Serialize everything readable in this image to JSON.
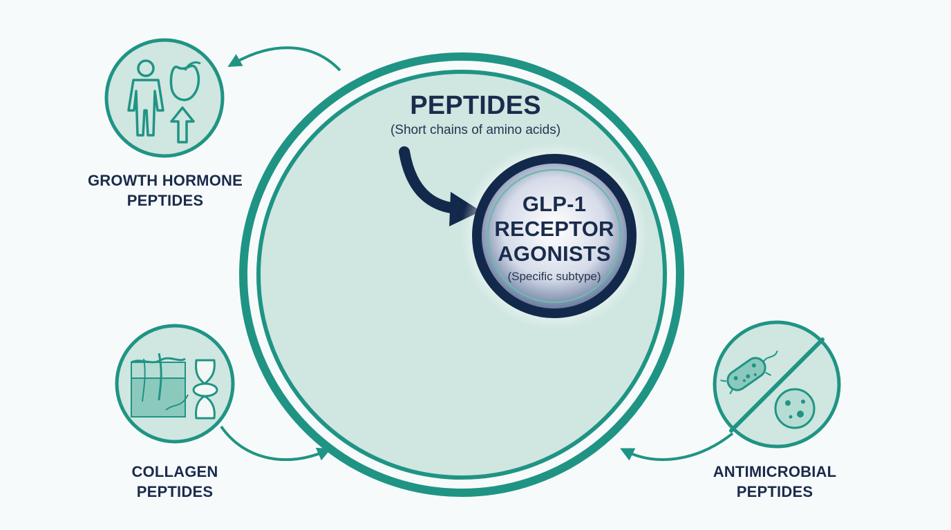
{
  "center": {
    "title": "PEPTIDES",
    "subtitle": "(Short chains of amino acids)"
  },
  "highlight": {
    "title_lines": [
      "GLP-1",
      "RECEPTOR",
      "AGONISTS"
    ],
    "subtitle": "(Specific subtype)"
  },
  "categories": {
    "growth_hormone": {
      "lines": [
        "GROWTH HORMONE",
        "PEPTIDES"
      ],
      "icon": "person-gland-arrow-up-icon"
    },
    "collagen": {
      "lines": [
        "COLLAGEN",
        "PEPTIDES"
      ],
      "icon": "skin-joint-icon"
    },
    "antimicrobial": {
      "lines": [
        "ANTIMICROBIAL",
        "PEPTIDES"
      ],
      "icon": "bacteria-prohibited-icon"
    }
  },
  "colors": {
    "teal": "#1f9484",
    "teal_fill": "#cfe6e1",
    "navy": "#13294b",
    "text": "#1a2b4c"
  }
}
